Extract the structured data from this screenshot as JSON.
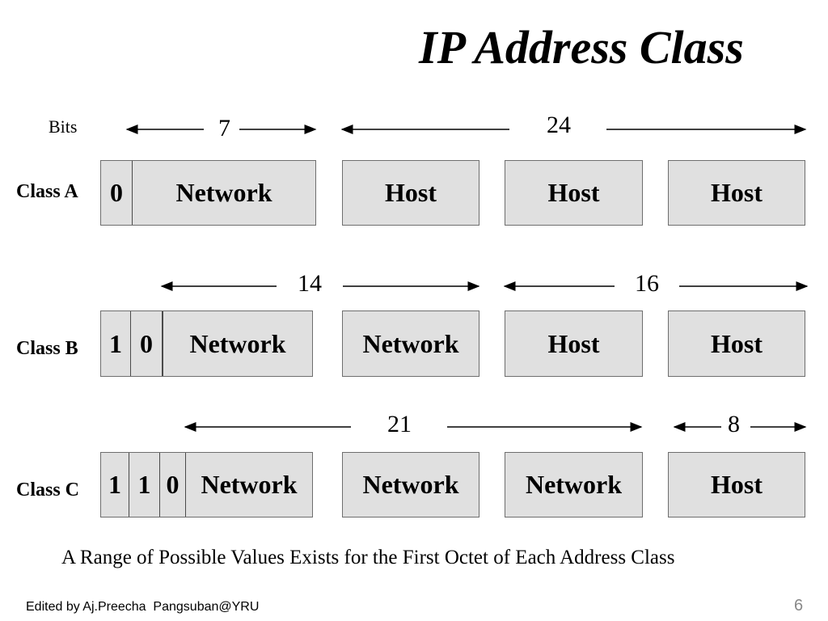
{
  "title": "IP Address Class",
  "bits_label": "Bits",
  "class_a": {
    "label": "Class A",
    "bits": [
      "0"
    ],
    "fields": [
      "Network",
      "Host",
      "Host",
      "Host"
    ],
    "network_bits": "7",
    "host_bits": "24"
  },
  "class_b": {
    "label": "Class B",
    "bits": [
      "1",
      "0"
    ],
    "fields": [
      "Network",
      "Network",
      "Host",
      "Host"
    ],
    "network_bits": "14",
    "host_bits": "16"
  },
  "class_c": {
    "label": "Class C",
    "bits": [
      "1",
      "1",
      "0"
    ],
    "fields": [
      "Network",
      "Network",
      "Network",
      "Host"
    ],
    "network_bits": "21",
    "host_bits": "8"
  },
  "caption": "A Range of Possible Values Exists for the First Octet of Each Address Class",
  "footer": "Edited by Aj.Preecha  Pangsuban@YRU",
  "page_number": "6"
}
